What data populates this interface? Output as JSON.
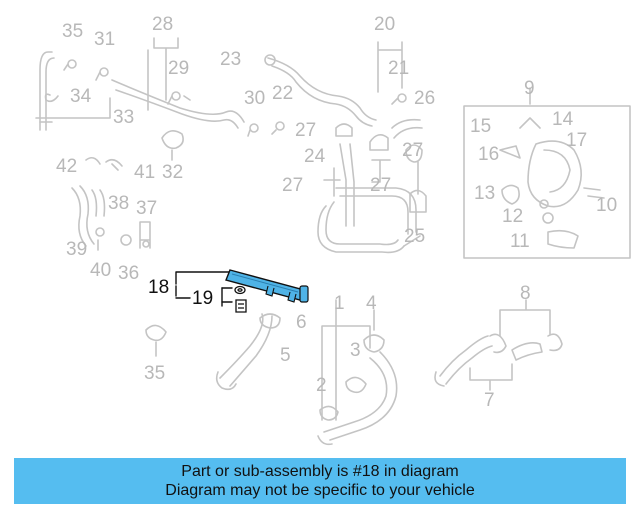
{
  "callouts": {
    "c1": "1",
    "c2": "2",
    "c3": "3",
    "c4": "4",
    "c5": "5",
    "c6": "6",
    "c7": "7",
    "c8": "8",
    "c9": "9",
    "c10": "10",
    "c11": "11",
    "c12": "12",
    "c13": "13",
    "c14": "14",
    "c15": "15",
    "c16": "16",
    "c17": "17",
    "c18": "18",
    "c19": "19",
    "c20": "20",
    "c21": "21",
    "c22": "22",
    "c23": "23",
    "c24": "24",
    "c25": "25",
    "c26": "26",
    "c27a": "27",
    "c27b": "27",
    "c27c": "27",
    "c27d": "27",
    "c28": "28",
    "c29": "29",
    "c30": "30",
    "c31": "31",
    "c32": "32",
    "c33": "33",
    "c34": "34",
    "c35a": "35",
    "c35b": "35",
    "c36": "36",
    "c37": "37",
    "c38": "38",
    "c39": "39",
    "c40": "40",
    "c41": "41",
    "c42": "42"
  },
  "highlight_part": "18",
  "banner": {
    "line1": "Part or sub-assembly is #18 in diagram",
    "line2": "Diagram may not be specific to your vehicle"
  },
  "colors": {
    "highlight": "#4fb3e6",
    "banner_bg": "#55bdf0",
    "faded_line": "#b8b8b8",
    "leader_active": "#111111"
  }
}
